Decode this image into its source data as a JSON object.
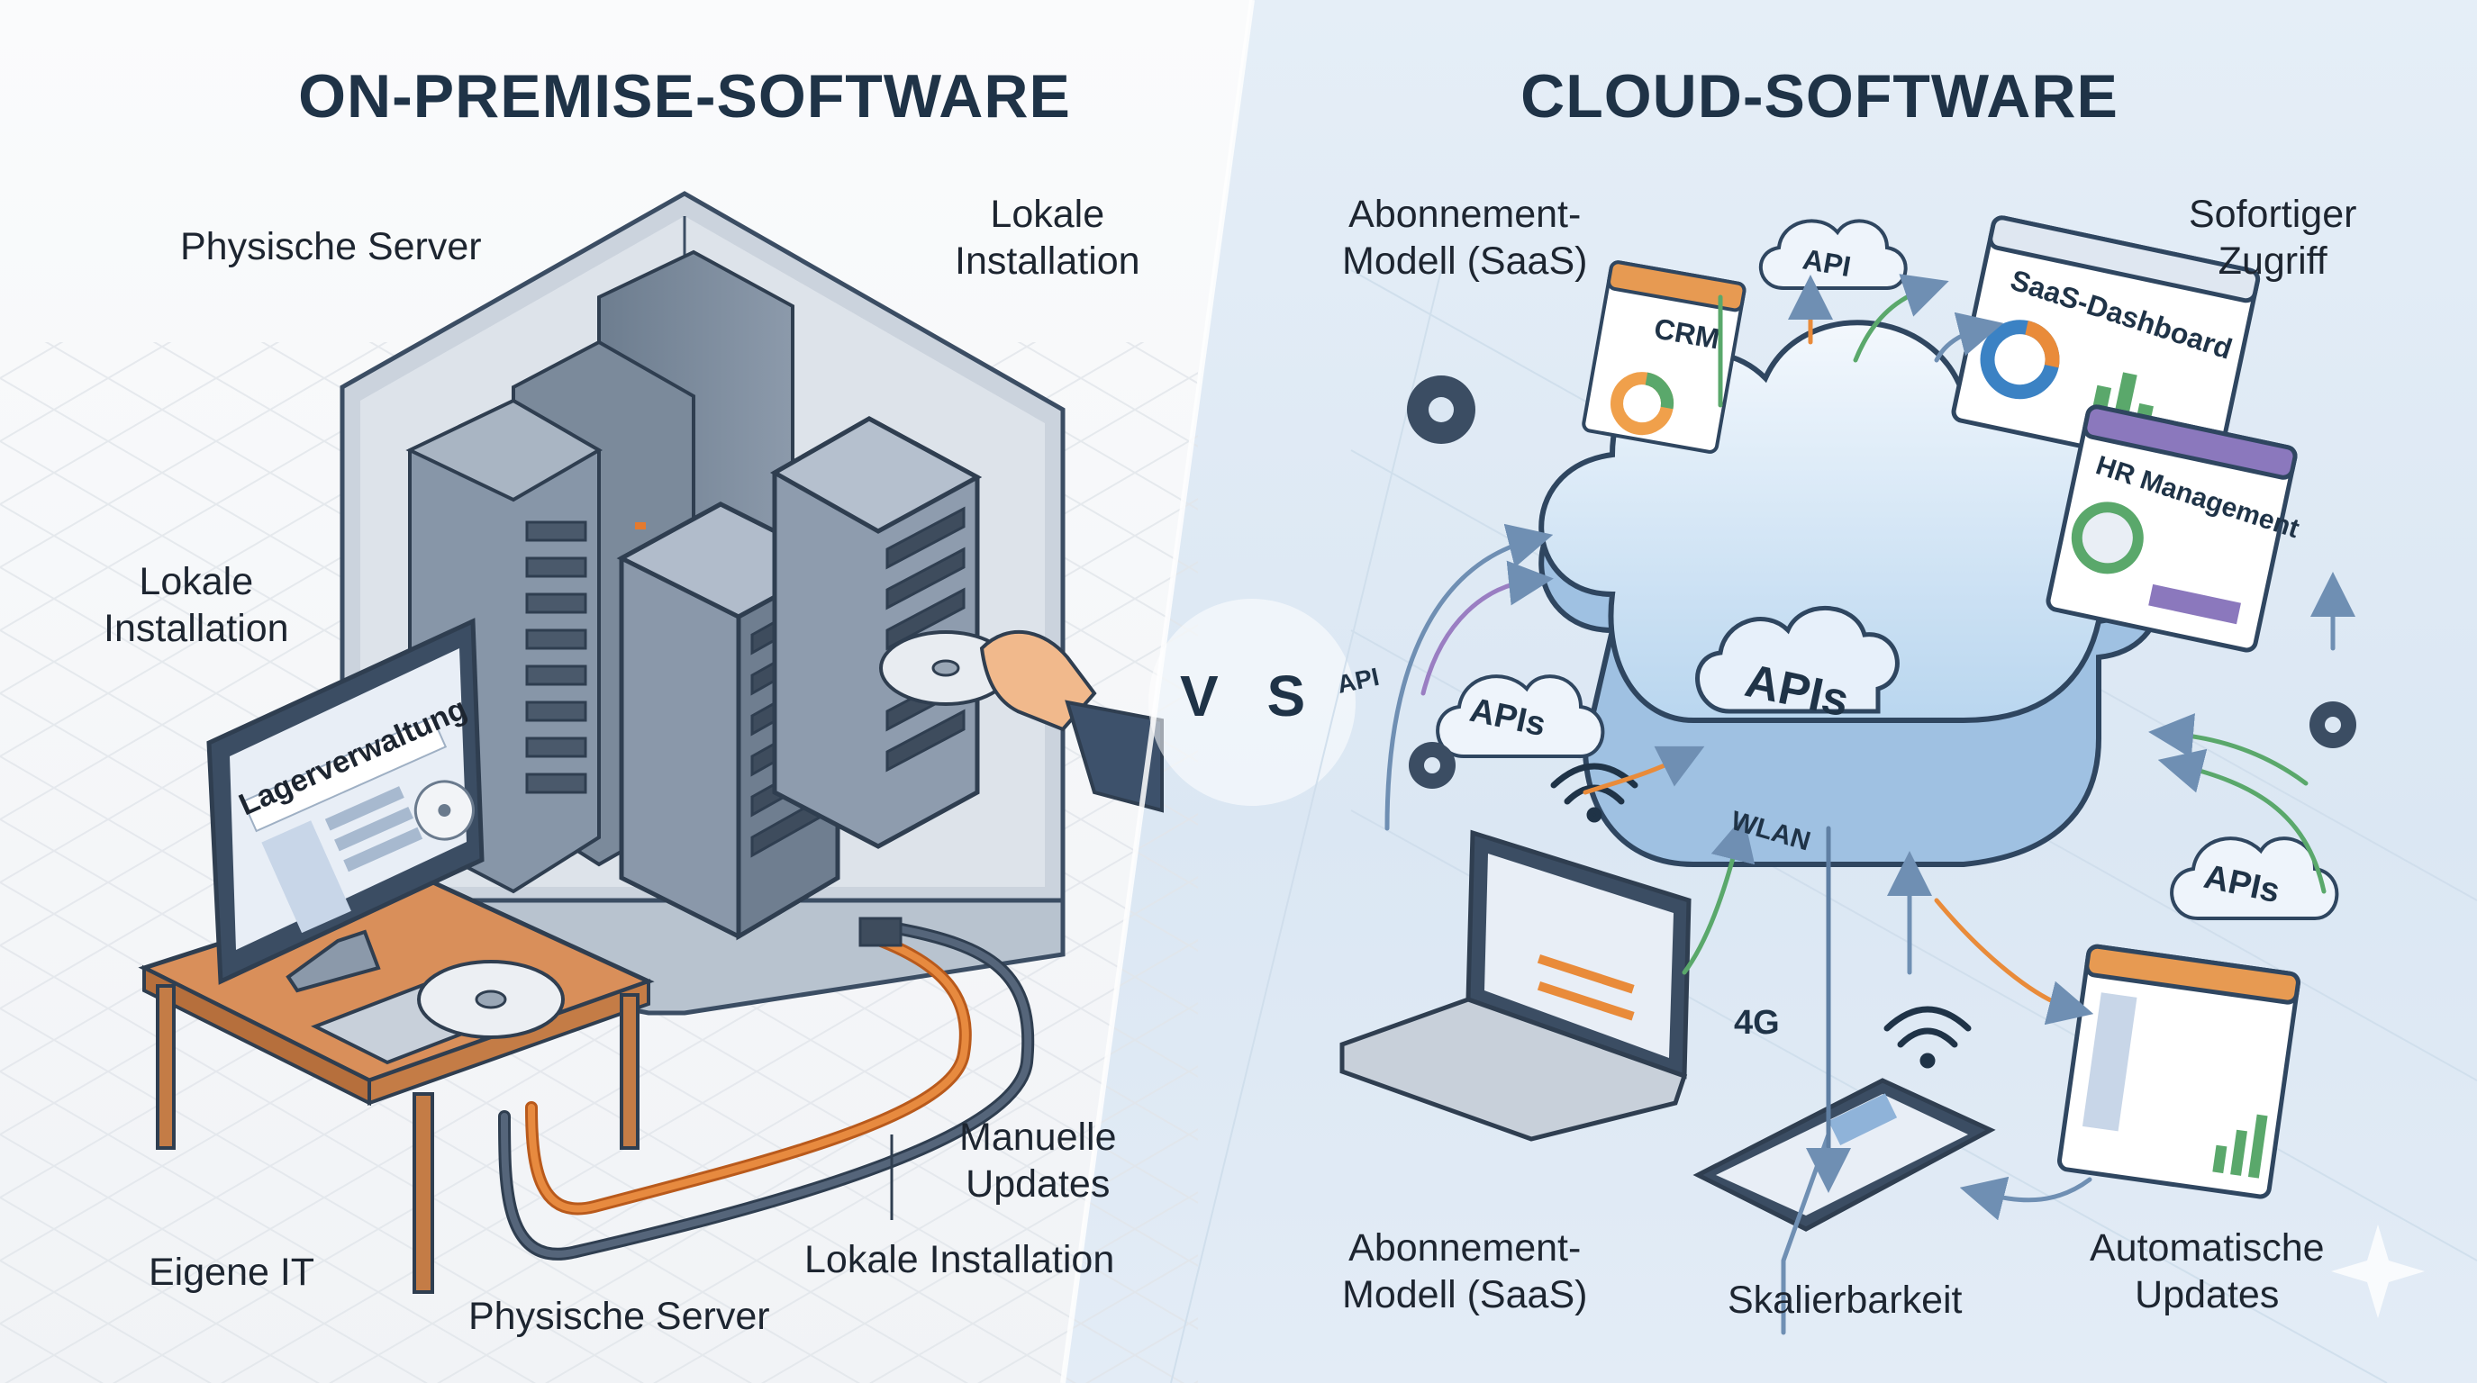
{
  "left": {
    "title": "ON-PREMISE-SOFTWARE",
    "labels": {
      "physical_servers_top": "Physische Server",
      "local_install_top": "Lokale\nInstallation",
      "local_install_side": "Lokale\nInstallation",
      "manual_updates": "Manuelle\nUpdates",
      "local_install_bottom": "Lokale Installation",
      "own_it": "Eigene IT",
      "physical_servers_bottom": "Physische Server"
    },
    "monitor_app": "Lagerverwaltung"
  },
  "vs": "V S",
  "right": {
    "title": "CLOUD-SOFTWARE",
    "labels": {
      "subscription_top": "Abonnement-\nModell (SaaS)",
      "instant_access": "Sofortiger\nZugriff",
      "subscription_bottom": "Abonnement-\nModell (SaaS)",
      "scalability": "Skalierbarkeit",
      "auto_updates": "Automatische\nUpdates"
    },
    "cloud_center": "APIs",
    "cloud_small_top": "API",
    "cloud_small_left": "APIs",
    "cloud_small_right": "APIs",
    "api_text": "API",
    "crm": "CRM",
    "dashboard": "SaaS-Dashboard",
    "hr": "HR Management",
    "wlan": "WLAN",
    "net_4g": "4G"
  }
}
